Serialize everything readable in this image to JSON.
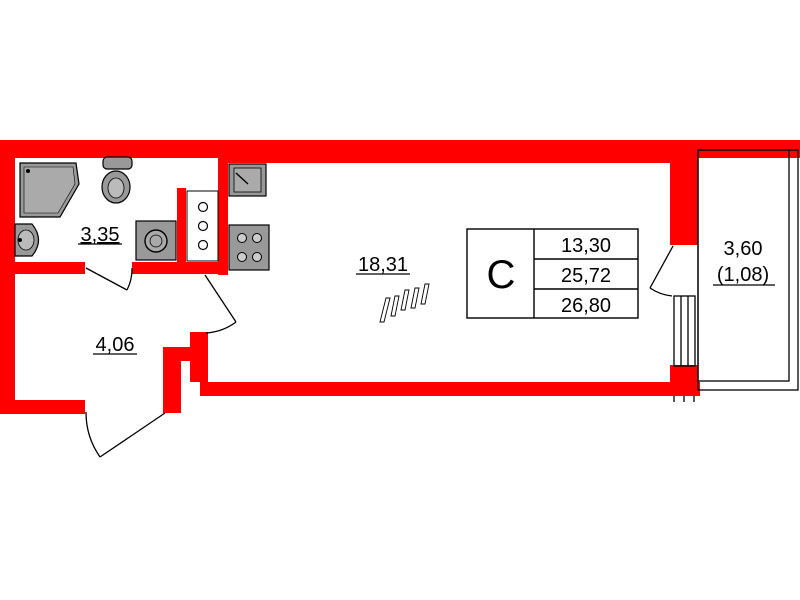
{
  "colors": {
    "wall": "#ff0000",
    "line": "#000000",
    "fixture_gray": "#999999",
    "background": "#ffffff"
  },
  "rooms": {
    "bathroom_area": "3,35",
    "hallway_area": "4,06",
    "main_room_area": "18,31",
    "balcony_area": "3,60",
    "balcony_area_reduced": "(1,08)"
  },
  "summary": {
    "type_letter": "С",
    "living_area": "13,30",
    "total_area": "25,72",
    "total_area_with_balcony": "26,80"
  },
  "icons": {
    "shower": "shower-tray-icon",
    "toilet": "toilet-icon",
    "washbasin": "washbasin-icon",
    "washer": "washing-machine-icon",
    "kitchen_sink": "kitchen-sink-icon",
    "stove": "stove-icon",
    "vent": "ventilation-shaft-icon",
    "compass": "north-arrow-icon"
  }
}
